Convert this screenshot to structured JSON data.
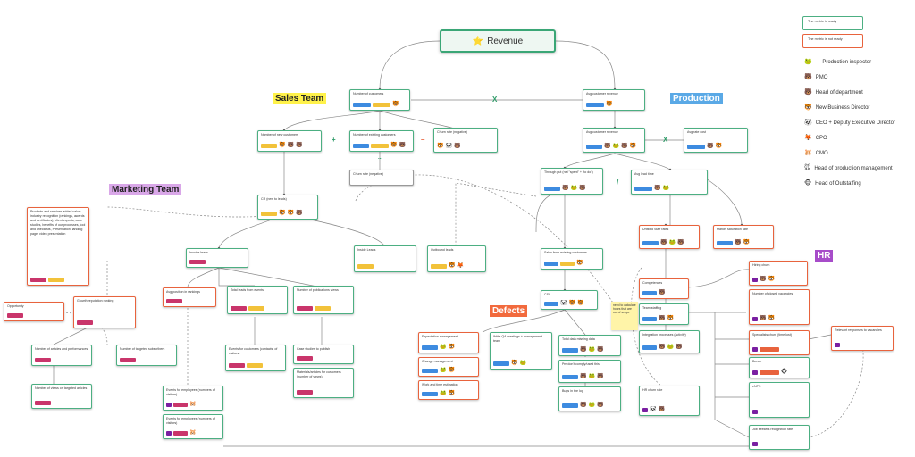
{
  "root": {
    "label": "Revenue",
    "icon": "⭐"
  },
  "headings": {
    "sales": "Sales Team",
    "production": "Production",
    "marketing": "Marketing Team",
    "defects": "Defects",
    "hr": "HR"
  },
  "legend": {
    "ready": "The metric is ready",
    "not_ready": "The metric is not ready",
    "roles": [
      {
        "icon": "🐸",
        "label": "— Production inspector"
      },
      {
        "icon": "🐻",
        "label": "PMO"
      },
      {
        "icon": "🐻",
        "label": "Head of department"
      },
      {
        "icon": "🐯",
        "label": "New Business Director"
      },
      {
        "icon": "🐼",
        "label": "CEO + Deputy Executive Director"
      },
      {
        "icon": "🦊",
        "label": "CPO"
      },
      {
        "icon": "🐹",
        "label": "CMO"
      },
      {
        "icon": "🐭",
        "label": "Head of production management"
      },
      {
        "icon": "🐵",
        "label": "Head of Outstaffing"
      }
    ]
  },
  "operators": {
    "x1": "X",
    "plus": "+",
    "minus": "–",
    "x2": "X",
    "slash": "/",
    "dots": "..."
  },
  "sticky": "need to calculate hours that are out of scope",
  "nodes": {
    "n1": "Number of customers",
    "n2": "Avg customer revenue",
    "n3": "Number of new customers",
    "n4": "Number of existing customers",
    "n5": "Churn rate (negative)",
    "n6": "Churn rate (negative)",
    "n7": "Avg customer revenue",
    "n8": "Avg rate cost",
    "n9": "Through put (net \"spent\" + \"to do\")",
    "n10": "Avg lead time",
    "n11": "CR (new to leads)",
    "n12": "Products and services added value: industry recognition (rankings, awards and certificates), client experts, case studies, benefits of our processes, tool and checklists, Presentation, landing page, video presentation",
    "n13": "Invoice leads",
    "n14": "Inside Leads",
    "n15": "Outbound leads",
    "n16": "Sales from existing customers",
    "n17": "Unfilled Staff rates",
    "n18": "Market saturation rate",
    "n19": "Avg position in rankings",
    "n20": "Total leads from events",
    "n21": "Number of publications views",
    "n22": "Opportunity",
    "n23": "Growth reputation ranking",
    "n24": "Number of articles and performances",
    "n25": "Number of targeted subscribers",
    "n26": "Number of views on targeted articles",
    "n27": "Events for customers (contacts, of visitors)",
    "n28": "Case studies to publish",
    "n29": "Materials/articles for customers (number of views)",
    "n30": "Events for employees (numbers of visitors)",
    "n31": "Events for employees (numbers of visitors)",
    "n32": "CSI",
    "n33": "Expectation management",
    "n34": "Change management",
    "n35": "Work and time estimation",
    "n36": "Write QA meetings + management team",
    "n37": "Total data missing data",
    "n38": "Pm don't comply/used this",
    "n39": "Bugs in the log",
    "n40": "Competences",
    "n41": "Team staffing",
    "n42": "Integration processes (activity)",
    "n43": "HR churn rate",
    "n44": "Hiring churn",
    "n45": "Number of closed vacancies",
    "n46": "Specialists churn (time lost)",
    "n47": "Bench",
    "n48": "eNPS",
    "n49": "Job seekers recognition rate",
    "n50": "Relevant responses to vacancies"
  }
}
